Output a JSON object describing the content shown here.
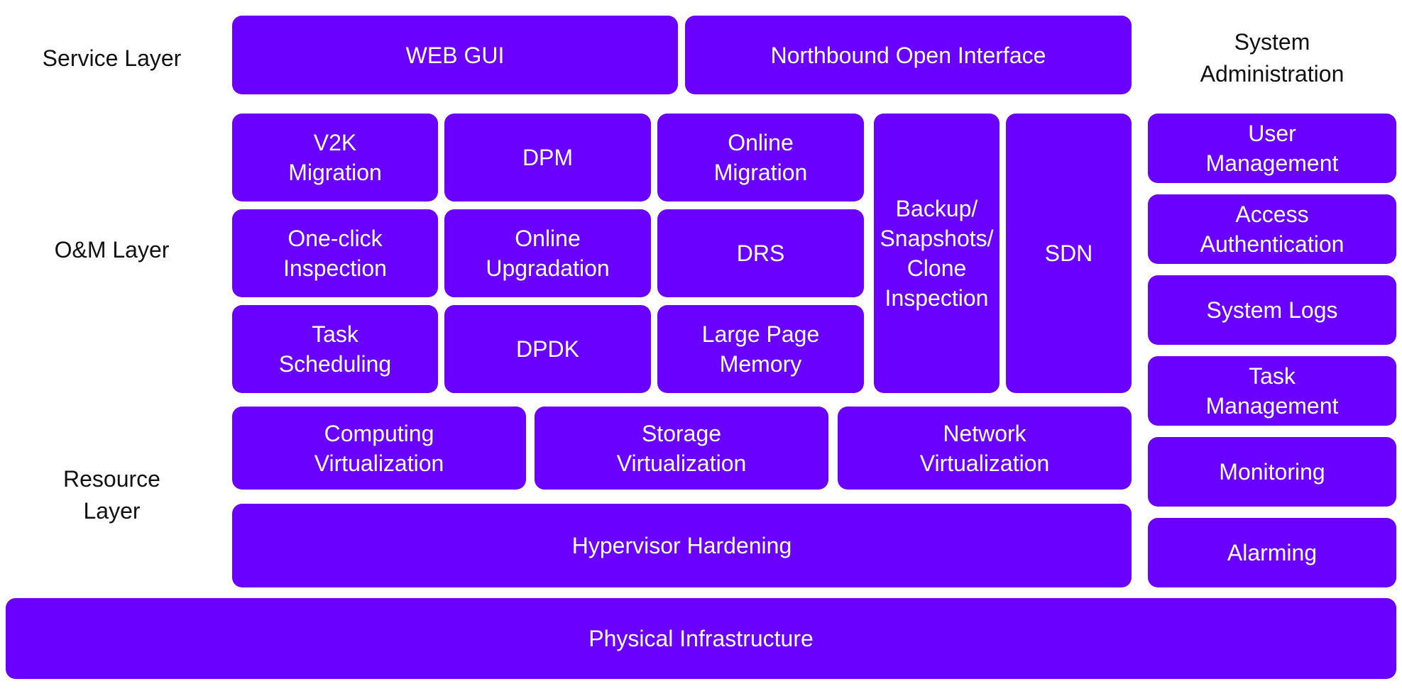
{
  "layers": {
    "service": "Service Layer",
    "om": "O&M Layer",
    "resource": "Resource\nLayer"
  },
  "system_admin": {
    "title": "System\nAdministration",
    "items": [
      "User\nManagement",
      "Access\nAuthentication",
      "System Logs",
      "Task\nManagement",
      "Monitoring",
      "Alarming"
    ]
  },
  "service_layer": {
    "web_gui": "WEB GUI",
    "northbound": "Northbound Open Interface"
  },
  "om_layer": {
    "v2k_migration": "V2K\nMigration",
    "dpm": "DPM",
    "online_migration": "Online\nMigration",
    "one_click_inspection": "One-click\nInspection",
    "online_upgradation": "Online\nUpgradation",
    "drs": "DRS",
    "task_scheduling": "Task\nScheduling",
    "dpdk": "DPDK",
    "large_page_memory": "Large Page\nMemory",
    "backup": "Backup/\nSnapshots/\nClone\nInspection",
    "sdn": "SDN"
  },
  "resource_layer": {
    "computing": "Computing\nVirtualization",
    "storage": "Storage\nVirtualization",
    "network": "Network\nVirtualization",
    "hypervisor": "Hypervisor Hardening"
  },
  "physical": "Physical Infrastructure",
  "colors": {
    "box_fill": "#6a00ff",
    "box_text": "#ffffff",
    "label_text": "#111111"
  }
}
